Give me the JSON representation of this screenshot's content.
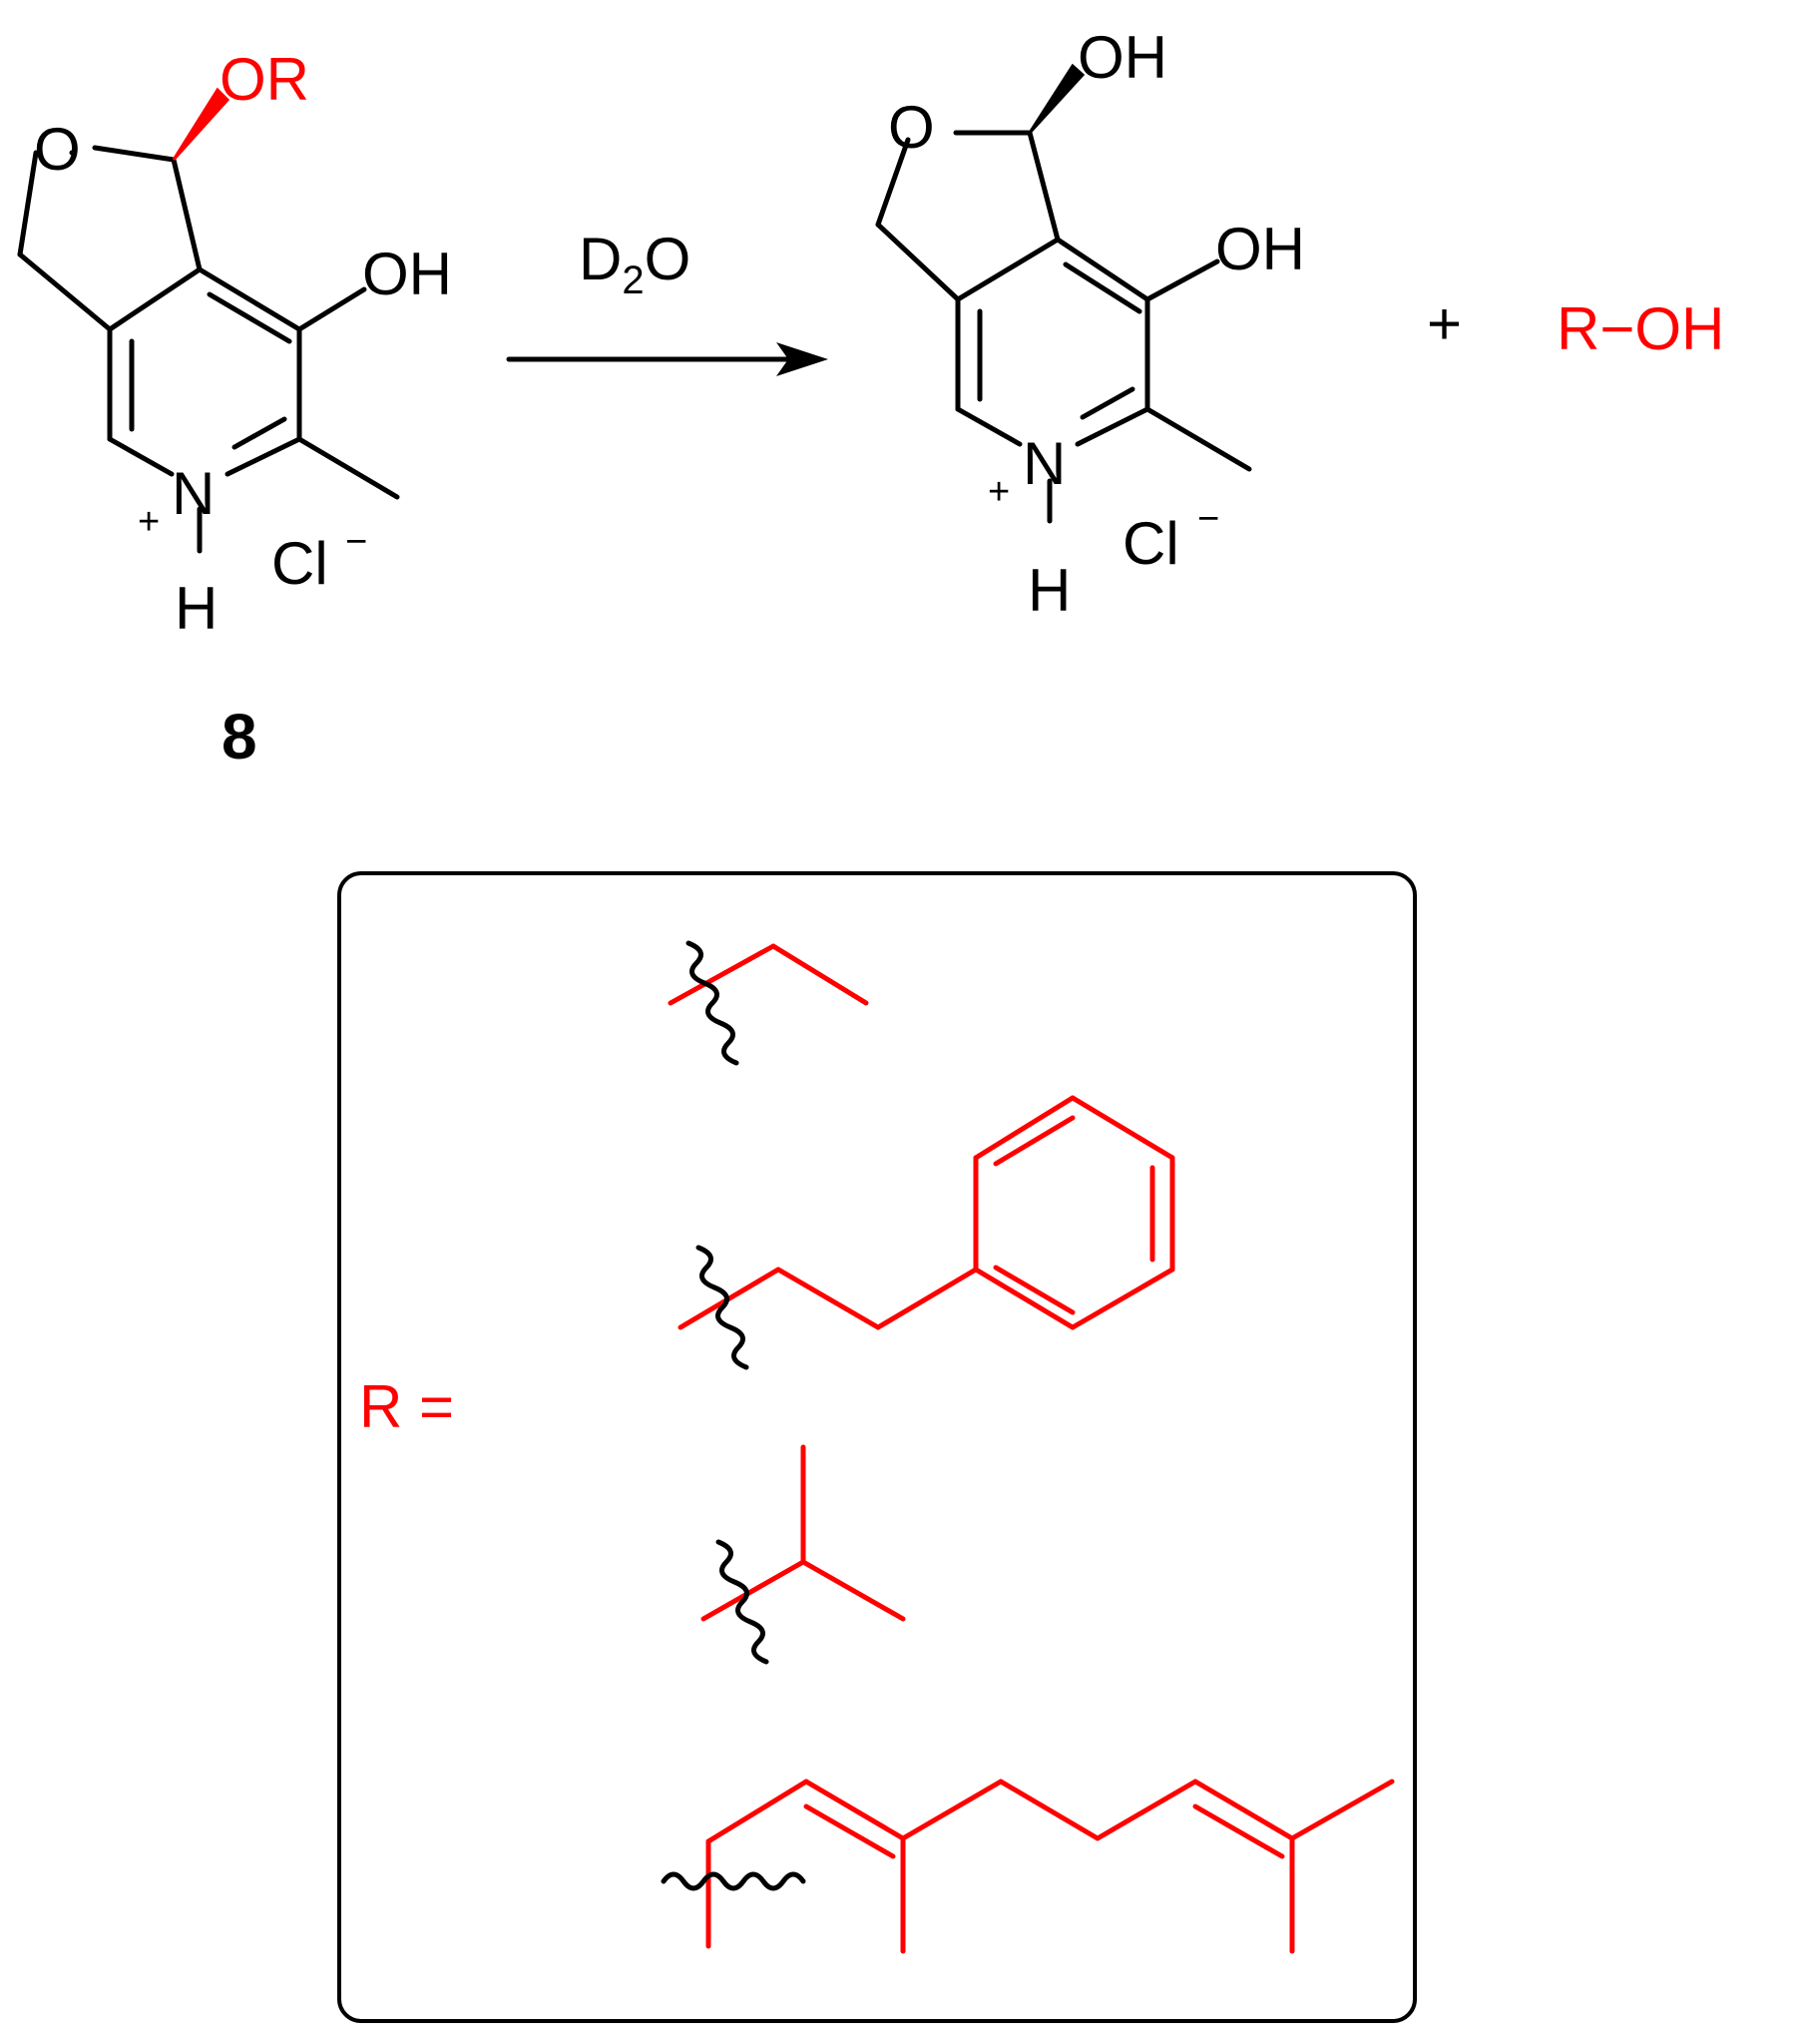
{
  "reaction": {
    "reactant": {
      "substituent": "OR",
      "hydroxyl": "OH",
      "nitrogen": "N",
      "charge": "+",
      "hydrogen": "H",
      "counterion": "Cl",
      "counterion_charge": "−",
      "compound_number": "8"
    },
    "reagent": {
      "main": "D",
      "subscript": "2",
      "rest": "O"
    },
    "product": {
      "hydroxyl_top": "OH",
      "hydroxyl_ring": "OH",
      "nitrogen": "N",
      "charge": "+",
      "hydrogen": "H",
      "counterion": "Cl",
      "counterion_charge": "−"
    },
    "plus": "+",
    "byproduct": "R−OH"
  },
  "r_group_box": {
    "label": "R =",
    "groups": [
      "ethyl",
      "2-phenylethyl",
      "isopropyl",
      "geranyl"
    ]
  },
  "colors": {
    "highlight": "#ff0000",
    "default": "#000000"
  }
}
